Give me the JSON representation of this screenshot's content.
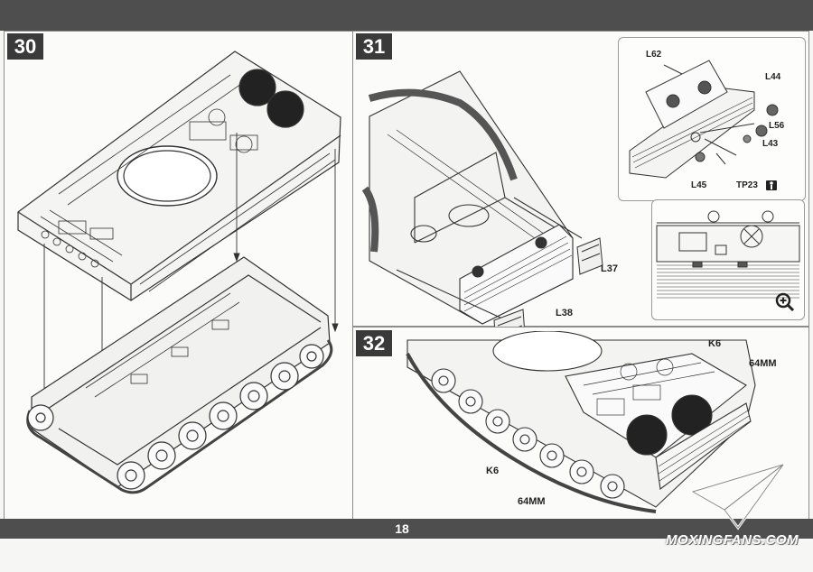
{
  "page": {
    "number": "18"
  },
  "steps": {
    "step30": {
      "number": "30"
    },
    "step31": {
      "number": "31",
      "labels": {
        "l37": "L37",
        "l38": "L38"
      },
      "inset": {
        "labels": {
          "l62": "L62",
          "l44": "L44",
          "l56": "L56",
          "l43": "L43",
          "l45": "L45",
          "tp23": "TP23"
        }
      }
    },
    "step32": {
      "number": "32",
      "labels": {
        "k6_top": "K6",
        "mm_top": "64MM",
        "k6_bottom": "K6",
        "mm_bottom": "64MM"
      }
    }
  },
  "watermark": {
    "text": "MOXINGFANS.COM"
  },
  "icons": {
    "zoom": "magnifier-plus-icon",
    "warning": "warning-figure-icon",
    "logo": "paper-plane-logo-icon"
  }
}
